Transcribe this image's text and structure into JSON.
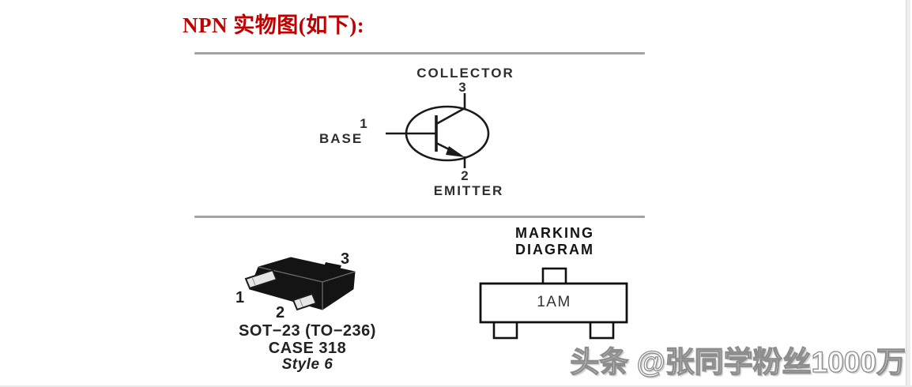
{
  "header": {
    "title": "NPN 实物图(如下):"
  },
  "colors": {
    "title_red": "#c00000",
    "diagram_ink": "#2e2e2e",
    "divider_gray": "#a3a3a3",
    "package_black": "#111111",
    "lead_gray": "#e6e6e6"
  },
  "symbol": {
    "collector_label": "COLLECTOR",
    "collector_pin": "3",
    "base_label": "BASE",
    "base_pin": "1",
    "emitter_label": "EMITTER",
    "emitter_pin": "2"
  },
  "package": {
    "pin1": "1",
    "pin2": "2",
    "pin3": "3",
    "caption_line1": "SOT−23 (TO−236)",
    "caption_line2": "CASE 318",
    "caption_line3": "Style 6"
  },
  "marking": {
    "heading_line1": "MARKING",
    "heading_line2": "DIAGRAM",
    "device_code": "1AM"
  },
  "watermark": {
    "text": "头条 @张同学粉丝1000万"
  }
}
